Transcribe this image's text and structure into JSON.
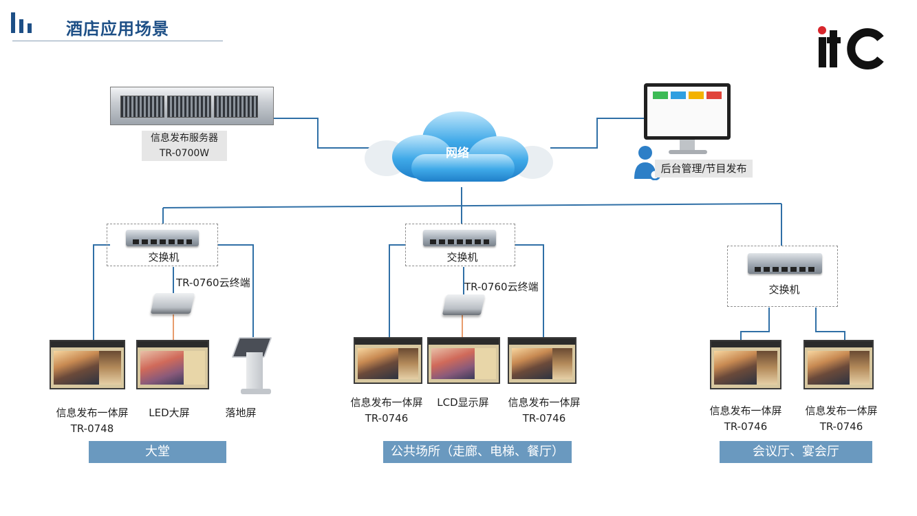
{
  "header": {
    "title": "酒店应用场景"
  },
  "logo": {
    "text": "itC"
  },
  "center": {
    "network_label": "网络"
  },
  "server": {
    "name": "信息发布服务器",
    "model": "TR-0700W"
  },
  "admin": {
    "label": "后台管理/节目发布"
  },
  "groups": [
    {
      "switch_label": "交换机",
      "terminal_label": "TR-0760云终端",
      "devices": [
        {
          "name": "信息发布一体屏",
          "model": "TR-0748"
        },
        {
          "name": "LED大屏",
          "model": ""
        },
        {
          "name": "落地屏",
          "model": ""
        }
      ],
      "zone": "大堂"
    },
    {
      "switch_label": "交换机",
      "terminal_label": "TR-0760云终端",
      "devices": [
        {
          "name": "信息发布一体屏",
          "model": "TR-0746"
        },
        {
          "name": "LCD显示屏",
          "model": ""
        },
        {
          "name": "信息发布一体屏",
          "model": "TR-0746"
        }
      ],
      "zone": "公共场所（走廊、电梯、餐厅）"
    },
    {
      "switch_label": "交换机",
      "devices": [
        {
          "name": "信息发布一体屏",
          "model": "TR-0746"
        },
        {
          "name": "信息发布一体屏",
          "model": "TR-0746"
        }
      ],
      "zone": "会议厅、宴会厅"
    }
  ],
  "colors": {
    "title": "#1d4f86",
    "line": "#2f6fa6",
    "terminal_link": "#e07a3a",
    "zone": "#6a99bf",
    "cloud": "#3fa9e8"
  },
  "icons": [
    "title-bars-icon",
    "cloud-icon",
    "server-icon",
    "monitor-icon",
    "user-gear-icon",
    "switch-icon",
    "terminal-icon",
    "kiosk-icon"
  ]
}
